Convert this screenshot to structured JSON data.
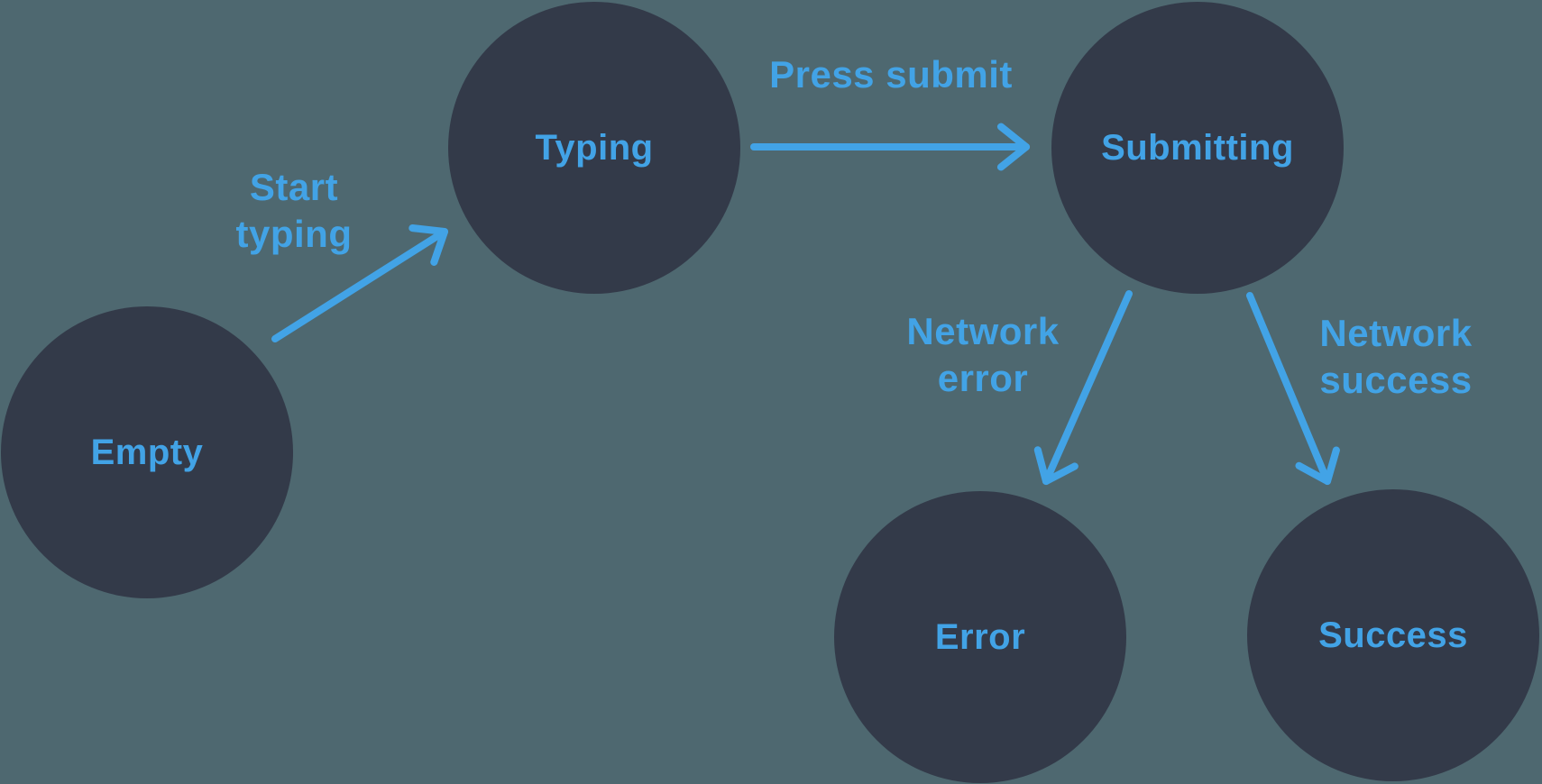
{
  "colors": {
    "background": "#4e6870",
    "node_fill": "#333a49",
    "accent_blue": "#42a3e6"
  },
  "diagram": {
    "type": "state-machine",
    "states": {
      "empty": {
        "label": "Empty"
      },
      "typing": {
        "label": "Typing"
      },
      "submitting": {
        "label": "Submitting"
      },
      "error": {
        "label": "Error"
      },
      "success": {
        "label": "Success"
      }
    },
    "transitions": {
      "start_typing": {
        "label": "Start\ntyping",
        "from": "empty",
        "to": "typing"
      },
      "press_submit": {
        "label": "Press submit",
        "from": "typing",
        "to": "submitting"
      },
      "network_error": {
        "label": "Network\nerror",
        "from": "submitting",
        "to": "error"
      },
      "network_success": {
        "label": "Network\nsuccess",
        "from": "submitting",
        "to": "success"
      }
    }
  }
}
